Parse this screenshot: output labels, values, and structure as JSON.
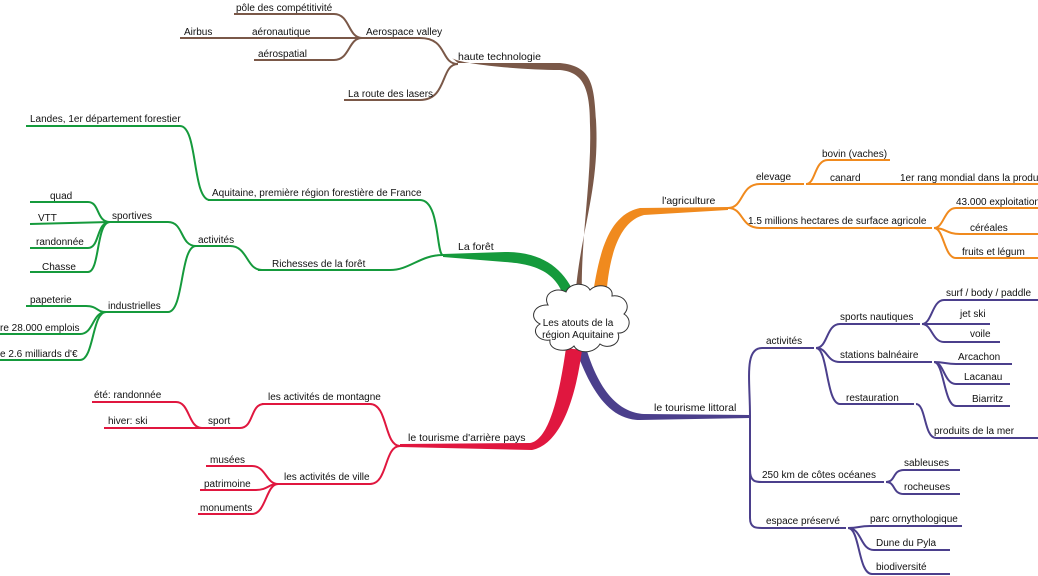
{
  "center": {
    "line1": "Les atouts de la",
    "line2": "région Aquitaine"
  },
  "colors": {
    "tech": "#7a5848",
    "forest": "#159a3c",
    "agri": "#f08a1e",
    "touris": "#4b3f8c",
    "pays": "#e0173f"
  },
  "labels": {
    "haute_tech": "haute technologie",
    "aerospace": "Aerospace valley",
    "pole": "pôle des compétitivité",
    "aeronautique": "aéronautique",
    "airbus": "Airbus",
    "aerospatial": "aérospatial",
    "lasers": "La route des lasers",
    "foret": "La forêt",
    "aquitaine_foret": "Aquitaine, première région forestière de France",
    "landes": "Landes, 1er département forestier",
    "richesses": "Richesses de la forêt",
    "activites": "activités",
    "sportives": "sportives",
    "quad": "quad",
    "vtt": "VTT",
    "randonnee": "randonnée",
    "chasse": "Chasse",
    "industrielles": "industrielles",
    "papeterie": "papeterie",
    "emplois": "re 28.000 emplois",
    "milliards": "e 2.6 milliards d'€",
    "agriculture": "l'agriculture",
    "elevage": "elevage",
    "bovin": "bovin (vaches)",
    "canard": "canard",
    "rang": "1er rang mondial dans la produ",
    "hectares": "1.5 millions hectares de surface agricole",
    "exploitations": "43.000 exploitation",
    "cereales": "céréales",
    "fruits": "fruits et légum",
    "tourisme": "le tourisme littoral",
    "t_activites": "activités",
    "sports_nautiques": "sports nautiques",
    "surf": "surf / body / paddle",
    "jetski": "jet ski",
    "voile": "voile",
    "stations": "stations balnéaire",
    "arcachon": "Arcachon",
    "lacanau": "Lacanau",
    "biarritz": "Biarritz",
    "restauration": "restauration",
    "produits_mer": "produits de la mer",
    "cotes": "250 km de côtes océanes",
    "sableuses": "sableuses",
    "rocheuses": "rocheuses",
    "espace": "espace préservé",
    "parc": "parc ornythologique",
    "dune": "Dune du Pyla",
    "biodiversite": "biodiversité",
    "arriere_pays": "le tourisme d'arrière pays",
    "montagne": "les activités de montagne",
    "sport": "sport",
    "ete": "été: randonnée",
    "hiver": "hiver: ski",
    "ville": "les activités de ville",
    "musees": "musées",
    "patrimoine": "patrimoine",
    "monuments": "monuments"
  }
}
